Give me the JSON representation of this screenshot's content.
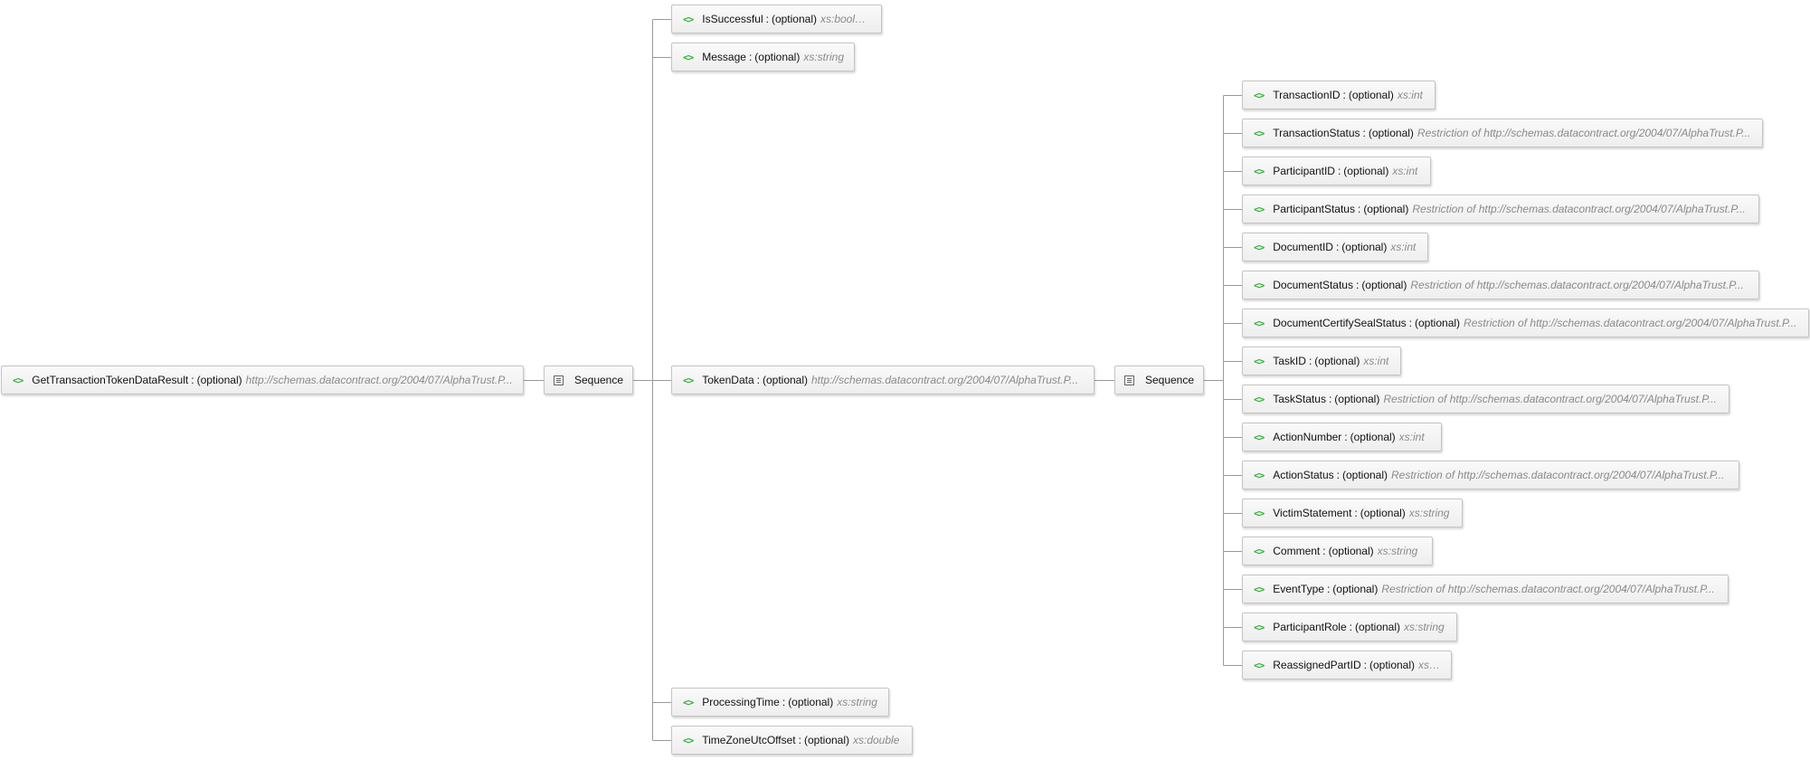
{
  "colors": {
    "element_icon": "#2fb135",
    "type_text": "#8a8a8a",
    "connector": "#9a9a9a",
    "node_border": "#c4c4c4"
  },
  "icons": {
    "element": "element-icon",
    "sequence": "sequence-icon"
  },
  "root": {
    "name": "GetTransactionTokenDataResult",
    "occurrence": "(optional)",
    "type": "http://schemas.datacontract.org/2004/07/AlphaTrust.P..."
  },
  "sequence_label": "Sequence",
  "outer_elements": [
    {
      "name": "IsSuccessful",
      "occurrence": "(optional)",
      "type": "xs:boolean"
    },
    {
      "name": "Message",
      "occurrence": "(optional)",
      "type": "xs:string"
    },
    {
      "name": "TokenData",
      "occurrence": "(optional)",
      "type": "http://schemas.datacontract.org/2004/07/AlphaTrust.P..."
    },
    {
      "name": "ProcessingTime",
      "occurrence": "(optional)",
      "type": "xs:string"
    },
    {
      "name": "TimeZoneUtcOffset",
      "occurrence": "(optional)",
      "type": "xs:double"
    }
  ],
  "token_elements": [
    {
      "name": "TransactionID",
      "occurrence": "(optional)",
      "type": "xs:int"
    },
    {
      "name": "TransactionStatus",
      "occurrence": "(optional)",
      "type": "Restriction of http://schemas.datacontract.org/2004/07/AlphaTrust.P..."
    },
    {
      "name": "ParticipantID",
      "occurrence": "(optional)",
      "type": "xs:int"
    },
    {
      "name": "ParticipantStatus",
      "occurrence": "(optional)",
      "type": "Restriction of http://schemas.datacontract.org/2004/07/AlphaTrust.P..."
    },
    {
      "name": "DocumentID",
      "occurrence": "(optional)",
      "type": "xs:int"
    },
    {
      "name": "DocumentStatus",
      "occurrence": "(optional)",
      "type": "Restriction of http://schemas.datacontract.org/2004/07/AlphaTrust.P..."
    },
    {
      "name": "DocumentCertifySealStatus",
      "occurrence": "(optional)",
      "type": "Restriction of http://schemas.datacontract.org/2004/07/AlphaTrust.P..."
    },
    {
      "name": "TaskID",
      "occurrence": "(optional)",
      "type": "xs:int"
    },
    {
      "name": "TaskStatus",
      "occurrence": "(optional)",
      "type": "Restriction of http://schemas.datacontract.org/2004/07/AlphaTrust.P..."
    },
    {
      "name": "ActionNumber",
      "occurrence": "(optional)",
      "type": "xs:int"
    },
    {
      "name": "ActionStatus",
      "occurrence": "(optional)",
      "type": "Restriction of http://schemas.datacontract.org/2004/07/AlphaTrust.P..."
    },
    {
      "name": "VictimStatement",
      "occurrence": "(optional)",
      "type": "xs:string"
    },
    {
      "name": "Comment",
      "occurrence": "(optional)",
      "type": "xs:string"
    },
    {
      "name": "EventType",
      "occurrence": "(optional)",
      "type": "Restriction of http://schemas.datacontract.org/2004/07/AlphaTrust.P..."
    },
    {
      "name": "ParticipantRole",
      "occurrence": "(optional)",
      "type": "xs:string"
    },
    {
      "name": "ReassignedPartID",
      "occurrence": "(optional)",
      "type": "xs:int"
    }
  ]
}
